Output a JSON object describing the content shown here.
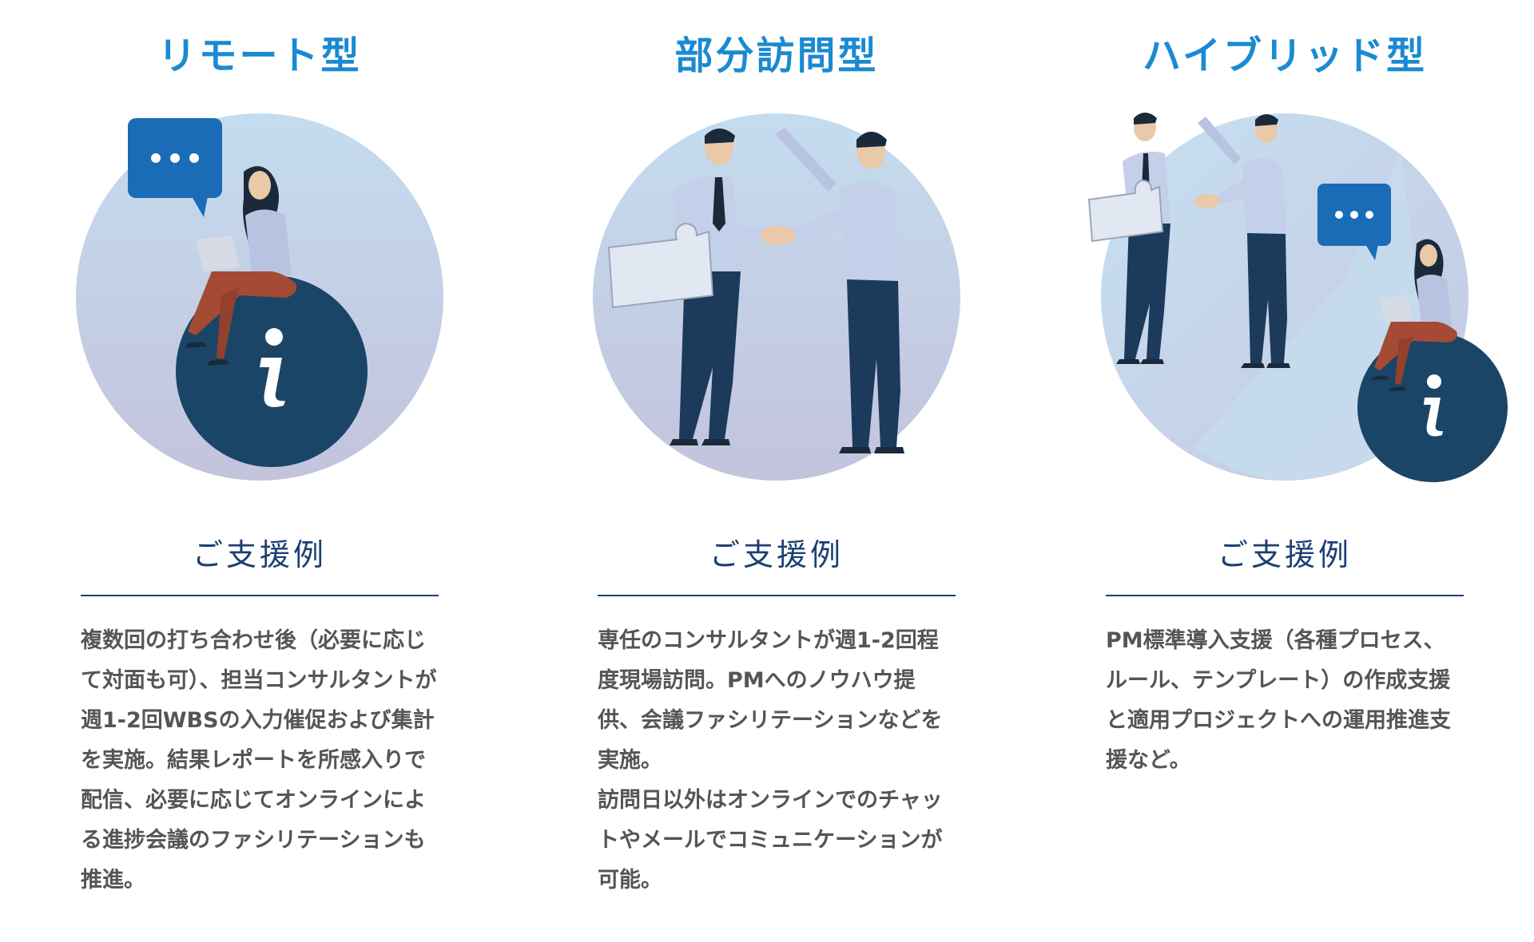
{
  "accent_colors": {
    "title_blue": "#1a8ad2",
    "navy": "#1b3f73",
    "body_gray": "#555555",
    "info_circle": "#1b4567",
    "chat_bubble": "#1a6cb6"
  },
  "columns": [
    {
      "title": "リモート型",
      "subtitle": "ご支援例",
      "illustration_icons": [
        "chat-bubble-icon",
        "info-icon",
        "woman-with-laptop-figure"
      ],
      "paragraphs": [
        "複数回の打ち合わせ後（必要に応じて対面も可）、担当コンサルタントが週1-2回WBSの入力催促および集計を実施。結果レポートを所感入りで配信、必要に応じてオンラインによる進捗会議のファシリテーションも推進。"
      ]
    },
    {
      "title": "部分訪問型",
      "subtitle": "ご支援例",
      "illustration_icons": [
        "handshake-figures",
        "puzzle-piece-icon"
      ],
      "paragraphs": [
        "専任のコンサルタントが週1-2回程度現場訪問。PMへのノウハウ提供、会議ファシリテーションなどを実施。",
        "訪問日以外はオンラインでのチャットやメールでコミュニケーションが可能。"
      ]
    },
    {
      "title": "ハイブリッド型",
      "subtitle": "ご支援例",
      "illustration_icons": [
        "handshake-figures",
        "chat-bubble-icon",
        "info-icon"
      ],
      "paragraphs": [
        "PM標準導入支援（各種プロセス、ルール、テンプレート）の作成支援と適用プロジェクトへの運用推進支援など。"
      ]
    }
  ]
}
